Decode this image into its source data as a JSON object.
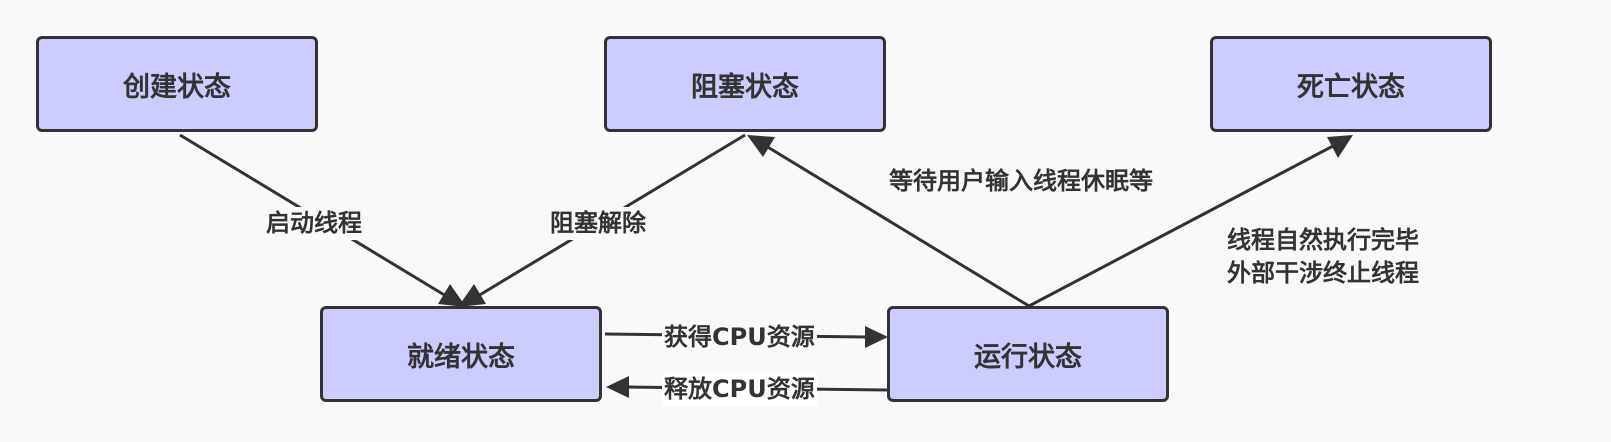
{
  "nodes": {
    "create": "创建状态",
    "blocked": "阻塞状态",
    "dead": "死亡状态",
    "ready": "就绪状态",
    "running": "运行状态"
  },
  "edges": {
    "start_thread": "启动线程",
    "unblock": "阻塞解除",
    "wait_input": "等待用户输入线程休眠等",
    "finish_line1": "线程自然执行完毕",
    "finish_line2": "外部干涉终止线程",
    "get_cpu": "获得CPU资源",
    "release_cpu": "释放CPU资源"
  },
  "colors": {
    "node_fill": "#ccccff",
    "stroke": "#333333",
    "background": "#f9f9f9"
  }
}
